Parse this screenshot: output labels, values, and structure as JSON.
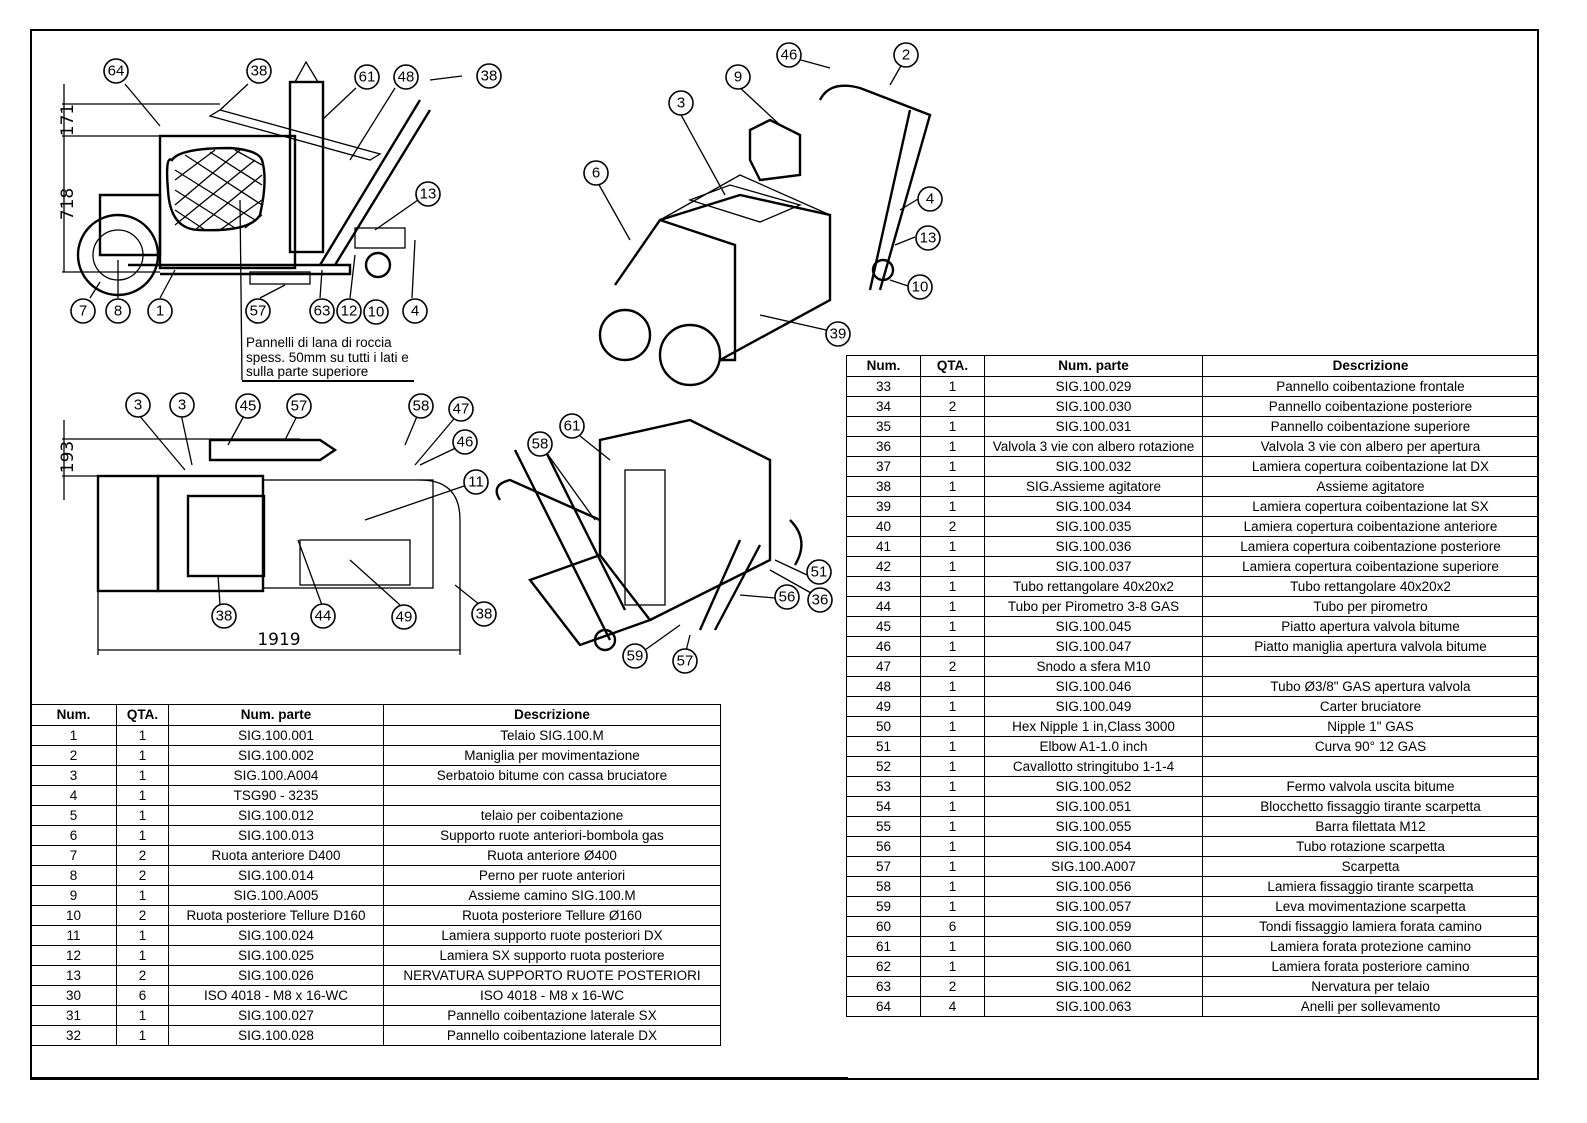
{
  "side_view": {
    "balloons_top": [
      "64",
      "38",
      "61",
      "48",
      "38"
    ],
    "balloons_right": [
      "13"
    ],
    "balloons_bottom": [
      "7",
      "8",
      "1",
      "57",
      "63",
      "12",
      "10",
      "4"
    ],
    "dimensions": {
      "upper": "171",
      "lower": "718"
    },
    "note": "Pannelli di lana di roccia spess. 50mm su tutti i lati e sulla parte superiore"
  },
  "top_view": {
    "balloons_top": [
      "3",
      "3",
      "45",
      "57",
      "58",
      "47",
      "46"
    ],
    "balloons_right": [
      "11"
    ],
    "balloons_bottom": [
      "38",
      "44",
      "49",
      "38"
    ],
    "dimensions": {
      "height": "193",
      "length": "1919"
    }
  },
  "iso_view_1": {
    "balloons": [
      "46",
      "2",
      "9",
      "3",
      "6",
      "4",
      "13",
      "10",
      "39"
    ]
  },
  "iso_view_2": {
    "balloons": [
      "61",
      "58",
      "51",
      "56",
      "36",
      "59",
      "57"
    ]
  },
  "bom_headers": {
    "num": "Num.",
    "qta": "QTA.",
    "part": "Num. parte",
    "desc": "Descrizione"
  },
  "bom_left": [
    {
      "num": "1",
      "qta": "1",
      "part": "SIG.100.001",
      "desc": "Telaio SIG.100.M"
    },
    {
      "num": "2",
      "qta": "1",
      "part": "SIG.100.002",
      "desc": "Maniglia per movimentazione"
    },
    {
      "num": "3",
      "qta": "1",
      "part": "SIG.100.A004",
      "desc": "Serbatoio bitume con cassa bruciatore"
    },
    {
      "num": "4",
      "qta": "1",
      "part": "TSG90 - 3235",
      "desc": ""
    },
    {
      "num": "5",
      "qta": "1",
      "part": "SIG.100.012",
      "desc": "telaio per coibentazione"
    },
    {
      "num": "6",
      "qta": "1",
      "part": "SIG.100.013",
      "desc": "Supporto ruote anteriori-bombola gas"
    },
    {
      "num": "7",
      "qta": "2",
      "part": "Ruota anteriore D400",
      "desc": "Ruota anteriore Ø400"
    },
    {
      "num": "8",
      "qta": "2",
      "part": "SIG.100.014",
      "desc": "Perno per ruote anteriori"
    },
    {
      "num": "9",
      "qta": "1",
      "part": "SIG.100.A005",
      "desc": "Assieme camino SIG.100.M"
    },
    {
      "num": "10",
      "qta": "2",
      "part": "Ruota posteriore Tellure D160",
      "desc": "Ruota posteriore Tellure Ø160"
    },
    {
      "num": "11",
      "qta": "1",
      "part": "SIG.100.024",
      "desc": "Lamiera supporto ruote posteriori DX"
    },
    {
      "num": "12",
      "qta": "1",
      "part": "SIG.100.025",
      "desc": "Lamiera SX supporto ruota posteriore"
    },
    {
      "num": "13",
      "qta": "2",
      "part": "SIG.100.026",
      "desc": "NERVATURA SUPPORTO RUOTE POSTERIORI"
    },
    {
      "num": "30",
      "qta": "6",
      "part": "ISO 4018 - M8 x 16-WC",
      "desc": "ISO 4018 - M8 x 16-WC"
    },
    {
      "num": "31",
      "qta": "1",
      "part": "SIG.100.027",
      "desc": "Pannello coibentazione laterale SX"
    },
    {
      "num": "32",
      "qta": "1",
      "part": "SIG.100.028",
      "desc": "Pannello coibentazione laterale DX"
    }
  ],
  "bom_right": [
    {
      "num": "33",
      "qta": "1",
      "part": "SIG.100.029",
      "desc": "Pannello coibentazione frontale"
    },
    {
      "num": "34",
      "qta": "2",
      "part": "SIG.100.030",
      "desc": "Pannello coibentazione posteriore"
    },
    {
      "num": "35",
      "qta": "1",
      "part": "SIG.100.031",
      "desc": "Pannello coibentazione superiore"
    },
    {
      "num": "36",
      "qta": "1",
      "part": "Valvola 3 vie con albero rotazione",
      "desc": "Valvola 3 vie con albero per apertura"
    },
    {
      "num": "37",
      "qta": "1",
      "part": "SIG.100.032",
      "desc": "Lamiera copertura coibentazione lat DX"
    },
    {
      "num": "38",
      "qta": "1",
      "part": "SIG.Assieme agitatore",
      "desc": "Assieme agitatore"
    },
    {
      "num": "39",
      "qta": "1",
      "part": "SIG.100.034",
      "desc": "Lamiera copertura coibentazione lat SX"
    },
    {
      "num": "40",
      "qta": "2",
      "part": "SIG.100.035",
      "desc": "Lamiera copertura coibentazione anteriore"
    },
    {
      "num": "41",
      "qta": "1",
      "part": "SIG.100.036",
      "desc": "Lamiera copertura coibentazione posteriore"
    },
    {
      "num": "42",
      "qta": "1",
      "part": "SIG.100.037",
      "desc": "Lamiera copertura coibentazione superiore"
    },
    {
      "num": "43",
      "qta": "1",
      "part": "Tubo rettangolare 40x20x2",
      "desc": "Tubo rettangolare 40x20x2"
    },
    {
      "num": "44",
      "qta": "1",
      "part": "Tubo per Pirometro 3-8 GAS",
      "desc": "Tubo per pirometro"
    },
    {
      "num": "45",
      "qta": "1",
      "part": "SIG.100.045",
      "desc": "Piatto apertura valvola bitume"
    },
    {
      "num": "46",
      "qta": "1",
      "part": "SIG.100.047",
      "desc": "Piatto maniglia apertura valvola bitume"
    },
    {
      "num": "47",
      "qta": "2",
      "part": "Snodo a sfera M10",
      "desc": ""
    },
    {
      "num": "48",
      "qta": "1",
      "part": "SIG.100.046",
      "desc": "Tubo Ø3/8\" GAS apertura valvola"
    },
    {
      "num": "49",
      "qta": "1",
      "part": "SIG.100.049",
      "desc": "Carter bruciatore"
    },
    {
      "num": "50",
      "qta": "1",
      "part": "Hex Nipple 1 in,Class 3000",
      "desc": "Nipple 1\" GAS"
    },
    {
      "num": "51",
      "qta": "1",
      "part": "Elbow A1-1.0 inch",
      "desc": "Curva 90° 12 GAS"
    },
    {
      "num": "52",
      "qta": "1",
      "part": "Cavallotto stringitubo 1-1-4",
      "desc": ""
    },
    {
      "num": "53",
      "qta": "1",
      "part": "SIG.100.052",
      "desc": "Fermo valvola uscita bitume"
    },
    {
      "num": "54",
      "qta": "1",
      "part": "SIG.100.051",
      "desc": "Blocchetto fissaggio tirante scarpetta"
    },
    {
      "num": "55",
      "qta": "1",
      "part": "SIG.100.055",
      "desc": "Barra filettata M12"
    },
    {
      "num": "56",
      "qta": "1",
      "part": "SIG.100.054",
      "desc": "Tubo rotazione scarpetta"
    },
    {
      "num": "57",
      "qta": "1",
      "part": "SIG.100.A007",
      "desc": "Scarpetta"
    },
    {
      "num": "58",
      "qta": "1",
      "part": "SIG.100.056",
      "desc": "Lamiera fissaggio tirante scarpetta"
    },
    {
      "num": "59",
      "qta": "1",
      "part": "SIG.100.057",
      "desc": "Leva movimentazione scarpetta"
    },
    {
      "num": "60",
      "qta": "6",
      "part": "SIG.100.059",
      "desc": "Tondi fissaggio lamiera forata camino"
    },
    {
      "num": "61",
      "qta": "1",
      "part": "SIG.100.060",
      "desc": "Lamiera forata protezione camino"
    },
    {
      "num": "62",
      "qta": "1",
      "part": "SIG.100.061",
      "desc": "Lamiera forata posteriore camino"
    },
    {
      "num": "63",
      "qta": "2",
      "part": "SIG.100.062",
      "desc": "Nervatura per telaio"
    },
    {
      "num": "64",
      "qta": "4",
      "part": "SIG.100.063",
      "desc": "Anelli per sollevamento"
    }
  ]
}
